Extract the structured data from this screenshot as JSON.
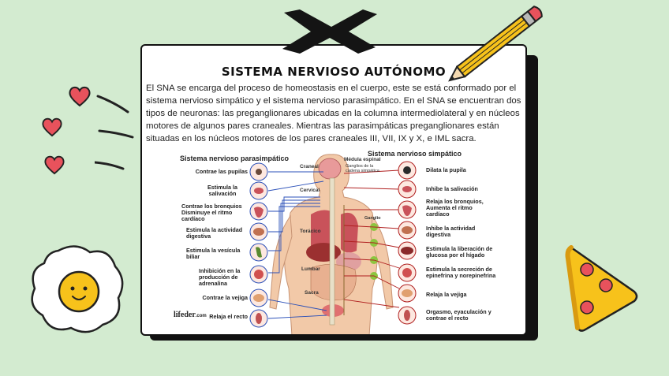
{
  "title": "SISTEMA NERVIOSO AUTÓNOMO",
  "paragraph": "El SNA se encarga del proceso de homeostasis en el cuerpo, este se está conformado por el sistema nervioso simpático y el sistema nervioso parasimpático. En el SNA se encuentran dos tipos de neuronas: las preganglionares ubicadas en la columna intermediolateral y en núcleos motores de algunos pares craneales. Mientras las parasimpáticas preganglionares están situadas en los núcleos motores de los pares craneales III, VII, IX y X, e IML sacra.",
  "diagram": {
    "parasympathetic_title": "Sistema nervioso parasimpático",
    "sympathetic_title": "Sistema nervioso simpático",
    "parasympathetic_effects": [
      "Contrae las pupilas",
      "Estimula la salivación",
      "Contrae los bronquios Disminuye el ritmo cardíaco",
      "Estimula la actividad digestiva",
      "Estimula la vesícula biliar",
      "Inhibición en la producción de adrenalina",
      "Contrae la vejiga",
      "Relaja el recto"
    ],
    "sympathetic_effects": [
      "Dilata la pupila",
      "Inhibe la salivación",
      "Relaja los bronquios, Aumenta el ritmo cardíaco",
      "Inhibe la actividad digestiva",
      "Estimula la liberación de glucosa por el hígado",
      "Estimula la secreción de epinefrina y norepinefrina",
      "Relaja la vejiga",
      "Orgasmo, eyaculación y contrae el recto"
    ],
    "regions": [
      "Craneal",
      "Cervical",
      "Torácico",
      "Lumbar",
      "Sacra"
    ],
    "spinal_label": "Médula espinal",
    "chain_label": "Ganglios de la cadena simpática",
    "ganglion_label": "Ganglio",
    "logo": "lifeder",
    "logo_suffix": ".com"
  },
  "colors": {
    "background": "#d3ebd0",
    "pencil_body": "#f7c21b",
    "heart": "#e8525c",
    "egg_yolk": "#f7c21b",
    "pizza": "#f7c21b",
    "pepperoni": "#e8525c",
    "nerve_blue": "#2a4fb8",
    "nerve_red": "#b02020"
  },
  "icons": [
    "x-tape-icon",
    "pencil-icon",
    "heart-icon",
    "fried-egg-icon",
    "pizza-icon"
  ]
}
